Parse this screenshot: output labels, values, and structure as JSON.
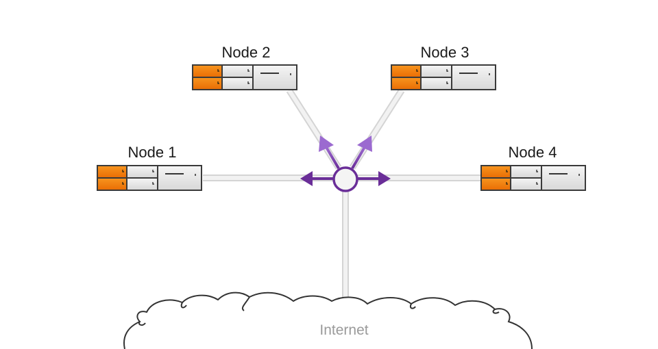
{
  "diagram": {
    "nodes": [
      {
        "id": "node-1",
        "label": "Node 1"
      },
      {
        "id": "node-2",
        "label": "Node 2"
      },
      {
        "id": "node-3",
        "label": "Node 3"
      },
      {
        "id": "node-4",
        "label": "Node 4"
      }
    ],
    "hub": {
      "icon": "load-balancer-hub-icon"
    },
    "cloud": {
      "label": "Internet",
      "icon": "cloud-icon"
    },
    "colors": {
      "drive_accent": "#f07c0c",
      "server_body": "#e6e6e6",
      "arrow": "#6a2e98",
      "link": "#e8e8e8",
      "cloud_stroke": "#333333",
      "cloud_label": "#9a9a9a"
    }
  }
}
